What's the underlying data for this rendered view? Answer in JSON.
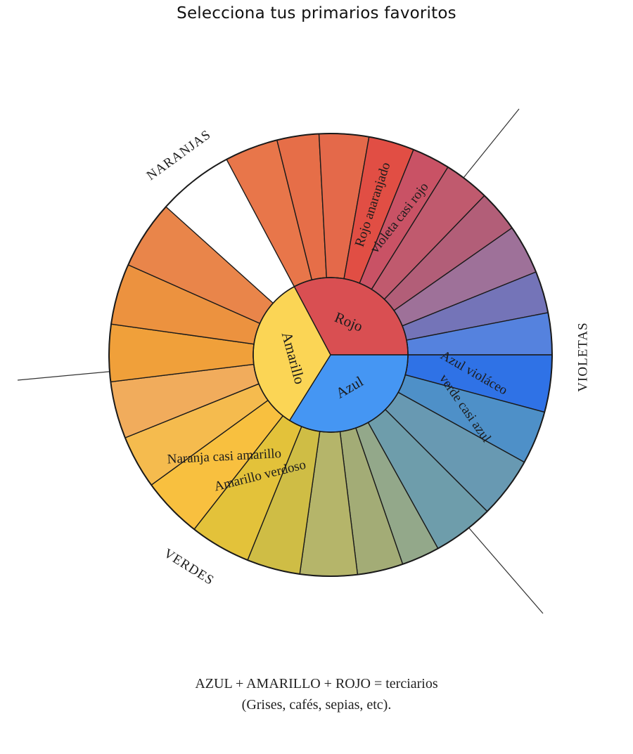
{
  "header": {
    "title": "Selecciona tus primarios favoritos"
  },
  "wheel": {
    "primaries": [
      {
        "label": "Rojo",
        "color": "#d94f52"
      },
      {
        "label": "Azul",
        "color": "#4596f3"
      },
      {
        "label": "Amarillo",
        "color": "#fbd555"
      }
    ],
    "outer_segments": [
      {
        "color": "#e8764a"
      },
      {
        "color": "#e66e48"
      },
      {
        "color": "#e4694a"
      },
      {
        "label": "Rojo anaranjado",
        "color": "#e14e44"
      },
      {
        "label": "violeta casi rojo",
        "color": "#c95265"
      },
      {
        "color": "#c05a6e"
      },
      {
        "color": "#b25e78"
      },
      {
        "color": "#9e7199"
      },
      {
        "color": "#7474b8"
      },
      {
        "color": "#5582de"
      },
      {
        "label": "Azul violáceo",
        "color": "#2f72e6"
      },
      {
        "label": "verde casi azul",
        "color": "#4e90c8"
      },
      {
        "color": "#6899b2"
      },
      {
        "color": "#6e9dab"
      },
      {
        "color": "#93a88a"
      },
      {
        "color": "#a3ac76"
      },
      {
        "color": "#b5b56a"
      },
      {
        "color": "#cfbd45"
      },
      {
        "label": "Amarillo verdoso",
        "color": "#e3c23a"
      },
      {
        "label": "Naranja casi amarillo",
        "color": "#f8c03f"
      },
      {
        "color": "#f5bb4e"
      },
      {
        "color": "#f1ac5c"
      },
      {
        "color": "#f0a03a"
      },
      {
        "color": "#ec923f"
      },
      {
        "color": "#e9854a"
      }
    ],
    "groups": [
      {
        "label": "NARANJAS"
      },
      {
        "label": "VIOLETAS"
      },
      {
        "label": "VERDES"
      }
    ]
  },
  "footer": {
    "line1": "AZUL + AMARILLO + ROJO = terciarios",
    "line2": "(Grises, cafés, sepias, etc)."
  }
}
